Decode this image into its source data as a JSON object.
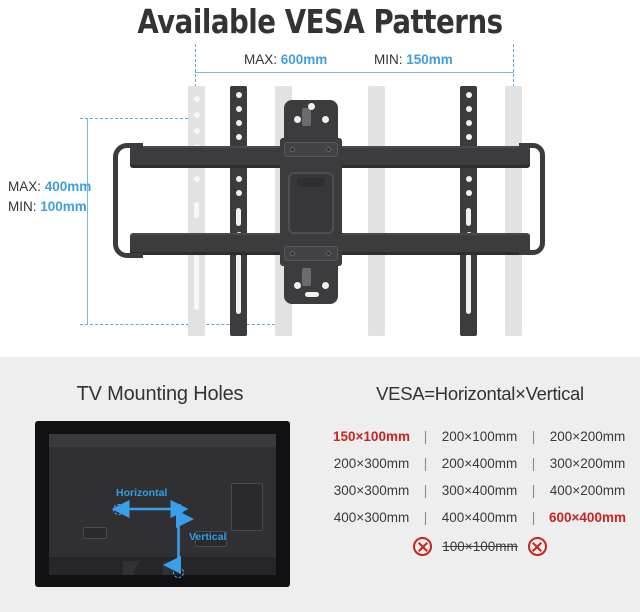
{
  "title": "Available VESA Patterns",
  "top_diagram": {
    "width_max_prefix": "MAX:",
    "width_max_value": "600mm",
    "width_min_prefix": "MIN:",
    "width_min_value": "150mm",
    "height_max_prefix": "MAX:",
    "height_max_value": "400mm",
    "height_min_prefix": "MIN:",
    "height_min_value": "100mm"
  },
  "tv_panel": {
    "heading": "TV Mounting Holes",
    "horizontal_label": "Horizontal",
    "vertical_label": "Vertical"
  },
  "vesa_panel": {
    "heading": "VESA=Horizontal×Vertical",
    "separator": "|",
    "rows": [
      [
        {
          "text": "150×100mm",
          "highlight": true
        },
        {
          "text": "200×100mm",
          "highlight": false
        },
        {
          "text": "200×200mm",
          "highlight": false
        }
      ],
      [
        {
          "text": "200×300mm",
          "highlight": false
        },
        {
          "text": "200×400mm",
          "highlight": false
        },
        {
          "text": "300×200mm",
          "highlight": false
        }
      ],
      [
        {
          "text": "300×300mm",
          "highlight": false
        },
        {
          "text": "300×400mm",
          "highlight": false
        },
        {
          "text": "400×200mm",
          "highlight": false
        }
      ],
      [
        {
          "text": "400×300mm",
          "highlight": false
        },
        {
          "text": "400×400mm",
          "highlight": false
        },
        {
          "text": "600×400mm",
          "highlight": true
        }
      ]
    ],
    "excluded_text": "100×100mm",
    "excluded_icon": "circle-x-icon"
  },
  "colors": {
    "accent_blue": "#3d9fe0",
    "warning_red": "#cc2222",
    "metal_dark": "#3c3c3e",
    "metal_light": "#c9c9c9",
    "section_bg": "#eeeeee",
    "text_dark": "#333333"
  }
}
